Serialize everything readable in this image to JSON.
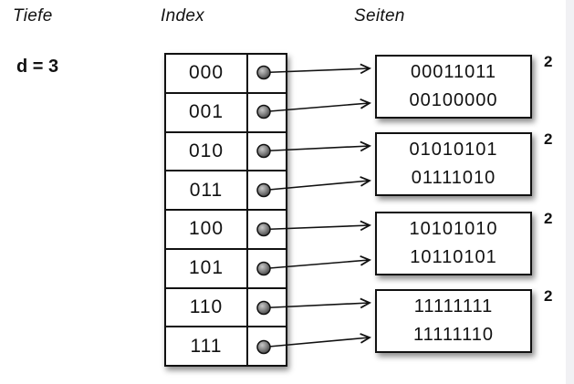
{
  "header": {
    "depth_label": "Tiefe",
    "index_label": "Index",
    "pages_label": "Seiten"
  },
  "depth": {
    "value": "d = 3"
  },
  "index_table": {
    "keys": [
      "000",
      "001",
      "010",
      "011",
      "100",
      "101",
      "110",
      "111"
    ]
  },
  "pages": [
    {
      "entries": [
        "00011011",
        "00100000"
      ],
      "local_depth": "2"
    },
    {
      "entries": [
        "01010101",
        "01111010"
      ],
      "local_depth": "2"
    },
    {
      "entries": [
        "10101010",
        "10110101"
      ],
      "local_depth": "2"
    },
    {
      "entries": [
        "11111111",
        "11111110"
      ],
      "local_depth": "2"
    }
  ],
  "colors": {
    "line": "#111111",
    "box_fill": "#ffffff",
    "pointer_ball": "#6e6e6e",
    "edge_strip": "#f1f1f4"
  }
}
